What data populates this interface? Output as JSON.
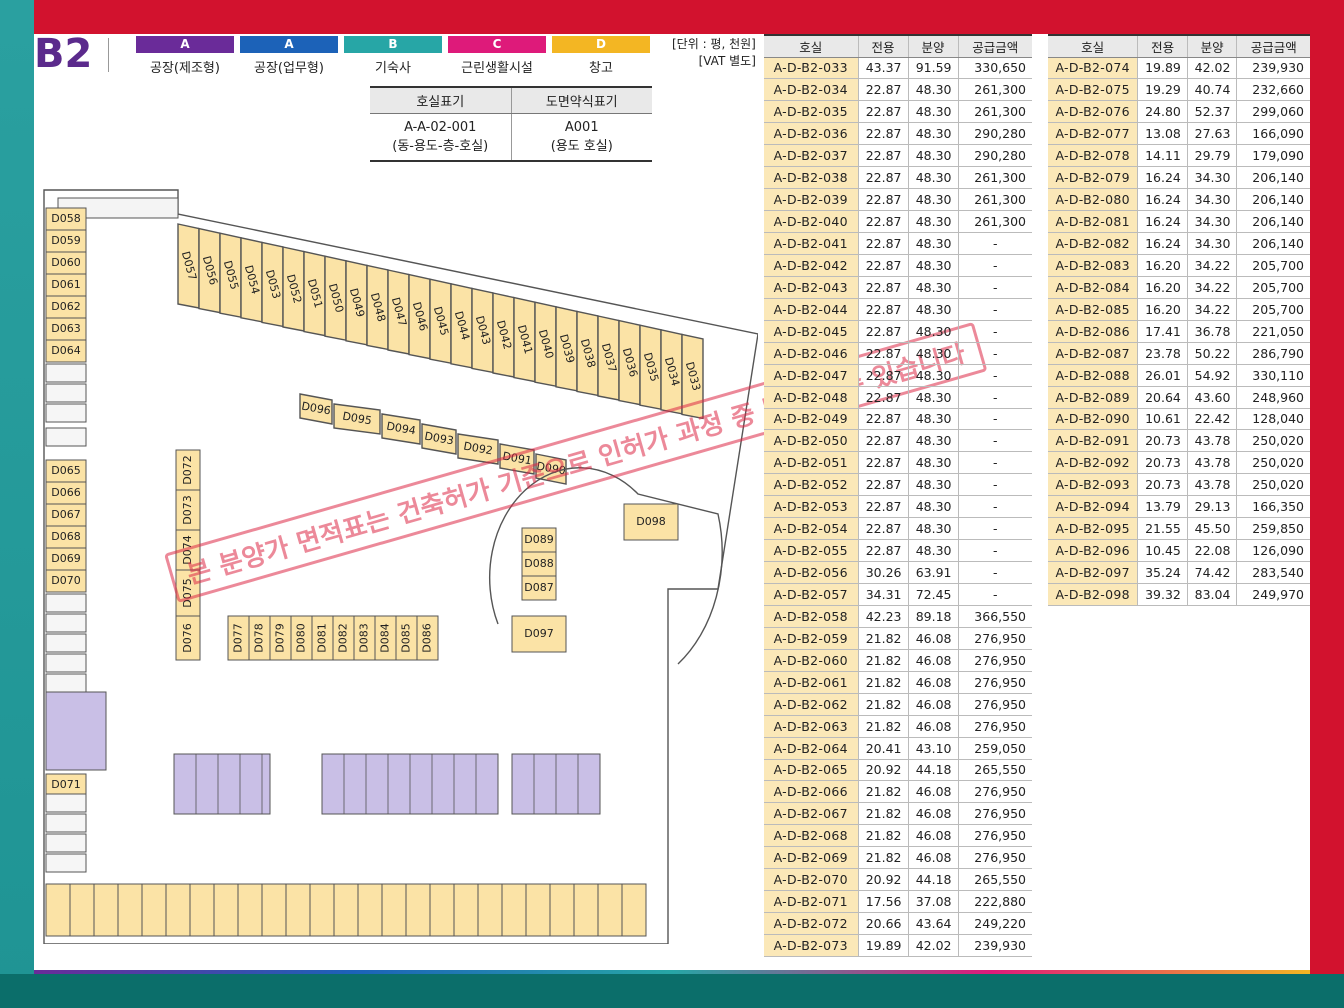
{
  "floor": "B2",
  "legend": [
    {
      "code": "A",
      "name": "공장(제조형)",
      "color": "#6a2b99"
    },
    {
      "code": "A",
      "name": "공장(업무형)",
      "color": "#1c62b8"
    },
    {
      "code": "B",
      "name": "기숙사",
      "color": "#27a6a6"
    },
    {
      "code": "C",
      "name": "근린생활시설",
      "color": "#de1a7a"
    },
    {
      "code": "D",
      "name": "창고",
      "color": "#f3b623"
    }
  ],
  "unit_note": {
    "line1": "[단위 : 평, 천원]",
    "line2": "[VAT 별도]"
  },
  "code_table": {
    "headers": [
      "호실표기",
      "도면약식표기"
    ],
    "row1": [
      "A-A-02-001",
      "A001"
    ],
    "row2": [
      "(동-용도-층-호실)",
      "(용도 호실)"
    ]
  },
  "watermark": "본 분양가 면적표는 건축허가 기준으로 인허가 과정 중 변경될 수 있습니다",
  "price_headers": [
    "호실",
    "전용",
    "분양",
    "공급금액"
  ],
  "price_left": [
    [
      "A-D-B2-033",
      "43.37",
      "91.59",
      "330,650"
    ],
    [
      "A-D-B2-034",
      "22.87",
      "48.30",
      "261,300"
    ],
    [
      "A-D-B2-035",
      "22.87",
      "48.30",
      "261,300"
    ],
    [
      "A-D-B2-036",
      "22.87",
      "48.30",
      "290,280"
    ],
    [
      "A-D-B2-037",
      "22.87",
      "48.30",
      "290,280"
    ],
    [
      "A-D-B2-038",
      "22.87",
      "48.30",
      "261,300"
    ],
    [
      "A-D-B2-039",
      "22.87",
      "48.30",
      "261,300"
    ],
    [
      "A-D-B2-040",
      "22.87",
      "48.30",
      "261,300"
    ],
    [
      "A-D-B2-041",
      "22.87",
      "48.30",
      "-"
    ],
    [
      "A-D-B2-042",
      "22.87",
      "48.30",
      "-"
    ],
    [
      "A-D-B2-043",
      "22.87",
      "48.30",
      "-"
    ],
    [
      "A-D-B2-044",
      "22.87",
      "48.30",
      "-"
    ],
    [
      "A-D-B2-045",
      "22.87",
      "48.30",
      "-"
    ],
    [
      "A-D-B2-046",
      "22.87",
      "48.30",
      "-"
    ],
    [
      "A-D-B2-047",
      "22.87",
      "48.30",
      "-"
    ],
    [
      "A-D-B2-048",
      "22.87",
      "48.30",
      "-"
    ],
    [
      "A-D-B2-049",
      "22.87",
      "48.30",
      "-"
    ],
    [
      "A-D-B2-050",
      "22.87",
      "48.30",
      "-"
    ],
    [
      "A-D-B2-051",
      "22.87",
      "48.30",
      "-"
    ],
    [
      "A-D-B2-052",
      "22.87",
      "48.30",
      "-"
    ],
    [
      "A-D-B2-053",
      "22.87",
      "48.30",
      "-"
    ],
    [
      "A-D-B2-054",
      "22.87",
      "48.30",
      "-"
    ],
    [
      "A-D-B2-055",
      "22.87",
      "48.30",
      "-"
    ],
    [
      "A-D-B2-056",
      "30.26",
      "63.91",
      "-"
    ],
    [
      "A-D-B2-057",
      "34.31",
      "72.45",
      "-"
    ],
    [
      "A-D-B2-058",
      "42.23",
      "89.18",
      "366,550"
    ],
    [
      "A-D-B2-059",
      "21.82",
      "46.08",
      "276,950"
    ],
    [
      "A-D-B2-060",
      "21.82",
      "46.08",
      "276,950"
    ],
    [
      "A-D-B2-061",
      "21.82",
      "46.08",
      "276,950"
    ],
    [
      "A-D-B2-062",
      "21.82",
      "46.08",
      "276,950"
    ],
    [
      "A-D-B2-063",
      "21.82",
      "46.08",
      "276,950"
    ],
    [
      "A-D-B2-064",
      "20.41",
      "43.10",
      "259,050"
    ],
    [
      "A-D-B2-065",
      "20.92",
      "44.18",
      "265,550"
    ],
    [
      "A-D-B2-066",
      "21.82",
      "46.08",
      "276,950"
    ],
    [
      "A-D-B2-067",
      "21.82",
      "46.08",
      "276,950"
    ],
    [
      "A-D-B2-068",
      "21.82",
      "46.08",
      "276,950"
    ],
    [
      "A-D-B2-069",
      "21.82",
      "46.08",
      "276,950"
    ],
    [
      "A-D-B2-070",
      "20.92",
      "44.18",
      "265,550"
    ],
    [
      "A-D-B2-071",
      "17.56",
      "37.08",
      "222,880"
    ],
    [
      "A-D-B2-072",
      "20.66",
      "43.64",
      "249,220"
    ],
    [
      "A-D-B2-073",
      "19.89",
      "42.02",
      "239,930"
    ]
  ],
  "price_right": [
    [
      "A-D-B2-074",
      "19.89",
      "42.02",
      "239,930"
    ],
    [
      "A-D-B2-075",
      "19.29",
      "40.74",
      "232,660"
    ],
    [
      "A-D-B2-076",
      "24.80",
      "52.37",
      "299,060"
    ],
    [
      "A-D-B2-077",
      "13.08",
      "27.63",
      "166,090"
    ],
    [
      "A-D-B2-078",
      "14.11",
      "29.79",
      "179,090"
    ],
    [
      "A-D-B2-079",
      "16.24",
      "34.30",
      "206,140"
    ],
    [
      "A-D-B2-080",
      "16.24",
      "34.30",
      "206,140"
    ],
    [
      "A-D-B2-081",
      "16.24",
      "34.30",
      "206,140"
    ],
    [
      "A-D-B2-082",
      "16.24",
      "34.30",
      "206,140"
    ],
    [
      "A-D-B2-083",
      "16.20",
      "34.22",
      "205,700"
    ],
    [
      "A-D-B2-084",
      "16.20",
      "34.22",
      "205,700"
    ],
    [
      "A-D-B2-085",
      "16.20",
      "34.22",
      "205,700"
    ],
    [
      "A-D-B2-086",
      "17.41",
      "36.78",
      "221,050"
    ],
    [
      "A-D-B2-087",
      "23.78",
      "50.22",
      "286,790"
    ],
    [
      "A-D-B2-088",
      "26.01",
      "54.92",
      "330,110"
    ],
    [
      "A-D-B2-089",
      "20.64",
      "43.60",
      "248,960"
    ],
    [
      "A-D-B2-090",
      "10.61",
      "22.42",
      "128,040"
    ],
    [
      "A-D-B2-091",
      "20.73",
      "43.78",
      "250,020"
    ],
    [
      "A-D-B2-092",
      "20.73",
      "43.78",
      "250,020"
    ],
    [
      "A-D-B2-093",
      "20.73",
      "43.78",
      "250,020"
    ],
    [
      "A-D-B2-094",
      "13.79",
      "29.13",
      "166,350"
    ],
    [
      "A-D-B2-095",
      "21.55",
      "45.50",
      "259,850"
    ],
    [
      "A-D-B2-096",
      "10.45",
      "22.08",
      "126,090"
    ],
    [
      "A-D-B2-097",
      "35.24",
      "74.42",
      "283,540"
    ],
    [
      "A-D-B2-098",
      "39.32",
      "83.04",
      "249,970"
    ]
  ],
  "plan_units": {
    "left_column": [
      "D058",
      "D059",
      "D060",
      "D061",
      "D062",
      "D063",
      "D064",
      "D065",
      "D066",
      "D067",
      "D068",
      "D069",
      "D070",
      "D071"
    ],
    "top_row": [
      "D057",
      "D056",
      "D055",
      "D054",
      "D053",
      "D052",
      "D051",
      "D050",
      "D049",
      "D048",
      "D047",
      "D046",
      "D045",
      "D044",
      "D043",
      "D042",
      "D041",
      "D040",
      "D039",
      "D038",
      "D037",
      "D036",
      "D035",
      "D034",
      "D033"
    ],
    "middle_row": [
      "D096",
      "D095",
      "D094",
      "D093",
      "D092",
      "D091",
      "D090"
    ],
    "center_column": [
      "D072",
      "D073",
      "D074",
      "D075",
      "D076"
    ],
    "bottom_row": [
      "D077",
      "D078",
      "D079",
      "D080",
      "D081",
      "D082",
      "D083",
      "D084",
      "D085",
      "D086"
    ],
    "round_block": [
      "D089",
      "D088",
      "D087",
      "D097",
      "D098"
    ]
  },
  "plan_colors": {
    "storage": "#fbe3a6",
    "factory": "#c9bfe6",
    "line": "#555555"
  }
}
